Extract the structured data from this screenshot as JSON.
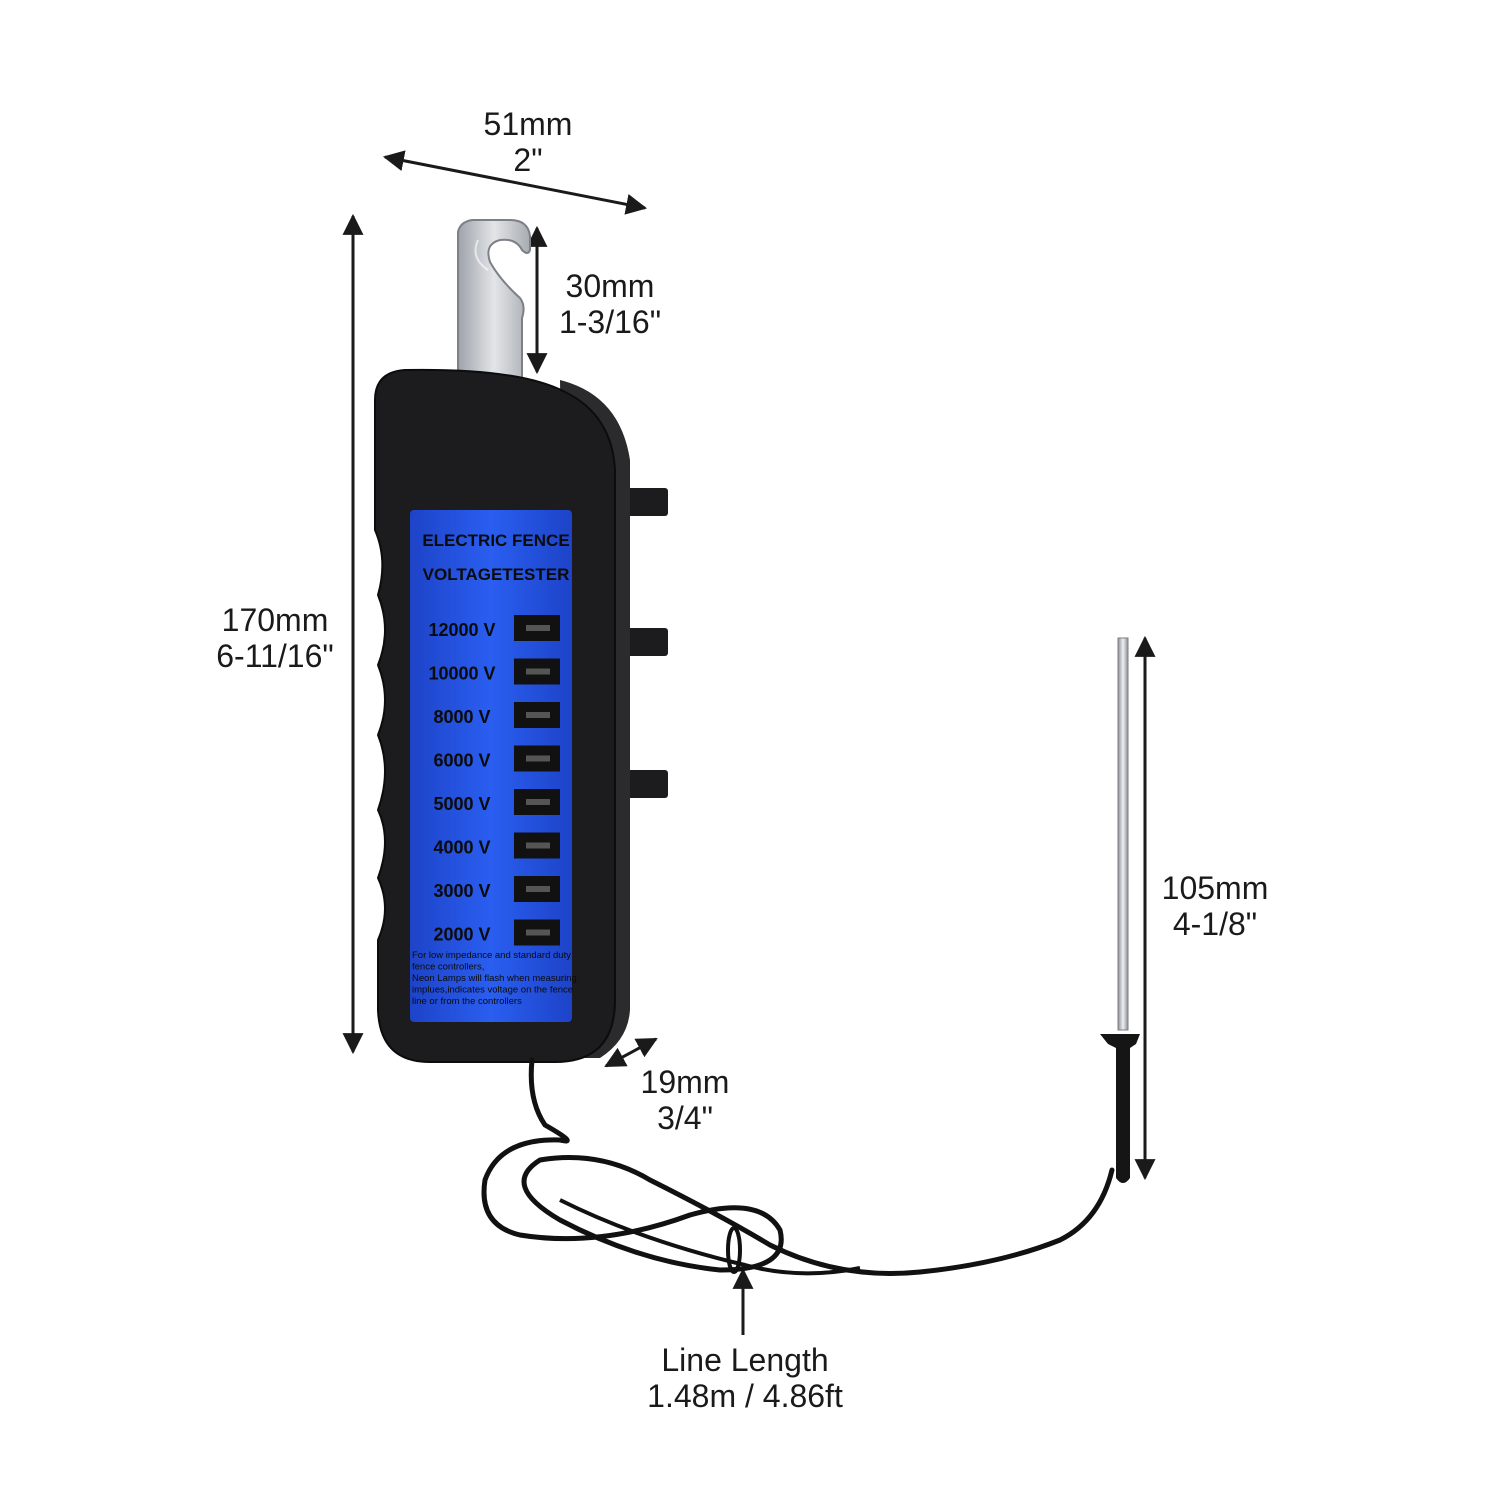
{
  "dimensions": {
    "width": {
      "metric": "51mm",
      "imperial": "2\""
    },
    "hook": {
      "metric": "30mm",
      "imperial": "1-3/16\""
    },
    "height": {
      "metric": "170mm",
      "imperial": "6-11/16\""
    },
    "probe": {
      "metric": "105mm",
      "imperial": "4-1/8\""
    },
    "thickness": {
      "metric": "19mm",
      "imperial": "3/4\""
    },
    "line": {
      "label": "Line Length",
      "value": "1.48m / 4.86ft"
    }
  },
  "device": {
    "title_line1": "ELECTRIC FENCE",
    "title_line2": "VOLTAGETESTER",
    "levels": [
      "12000 V",
      "10000 V",
      "8000 V",
      "6000 V",
      "5000 V",
      "4000 V",
      "3000 V",
      "2000 V"
    ],
    "note_lines": [
      "For low impedance and standard duty",
      "fence controllers,",
      "Neon Lamps will flash when measuring",
      "implues,indicates voltage on the fence",
      "line or from the controllers"
    ],
    "body_color": "#1c1c1e",
    "panel_color": "#1f4fe0",
    "hook_color": "#c4c7cc",
    "lamp_color": "#111111"
  }
}
